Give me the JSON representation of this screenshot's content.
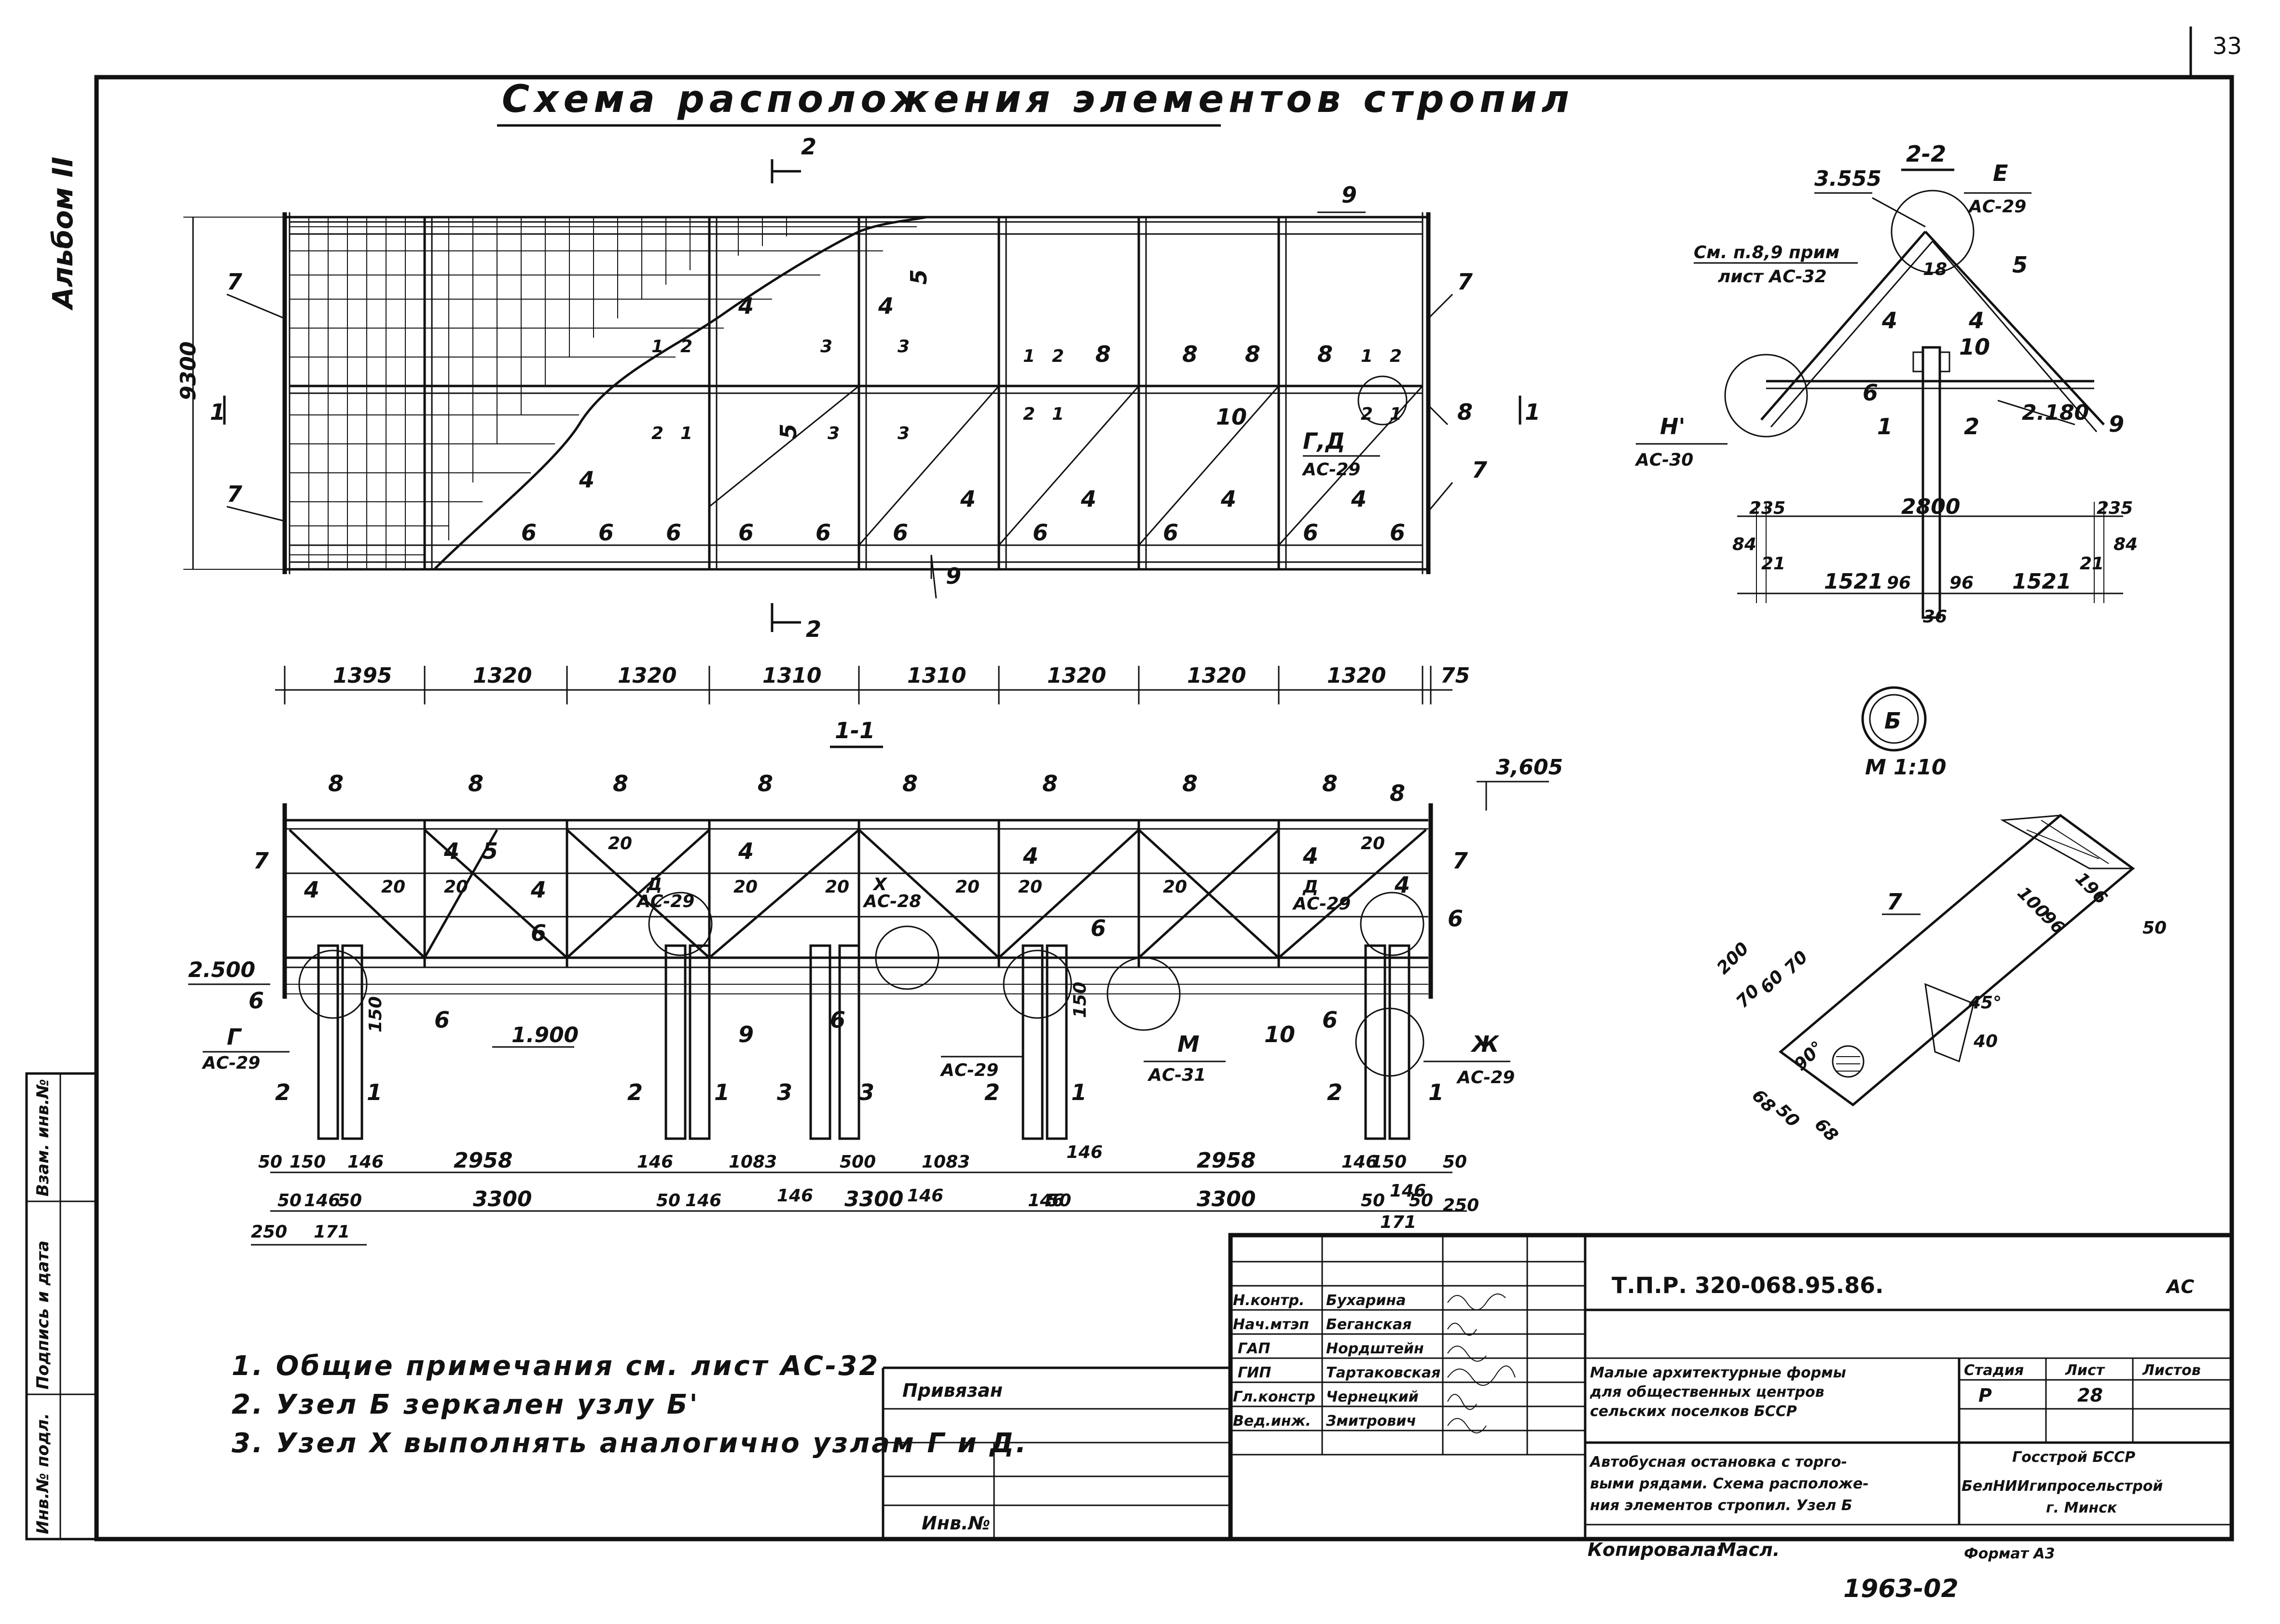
{
  "page_number": "33",
  "album": "Альбом II",
  "title": "Схема расположения элементов стропил",
  "plan": {
    "overall_dim": "9300",
    "positions": [
      "1",
      "2",
      "3",
      "4",
      "5",
      "6",
      "7",
      "8",
      "9",
      "10"
    ],
    "node_gd": "Г,Д",
    "ref_ac29": "АС-29",
    "bottom_dims": [
      "1395",
      "1320",
      "1320",
      "1310",
      "1310",
      "1320",
      "1320",
      "1320",
      "75"
    ]
  },
  "section_11": {
    "label": "1-1",
    "elev_top": "3,605",
    "elev_2500": "2.500",
    "elev_1900": "1.900",
    "nodes": {
      "g": "Г",
      "d": "Д",
      "x": "Х",
      "m": "М",
      "zh": "Ж",
      "ac29": "АС-29",
      "ac28": "АС-28",
      "ac31": "АС-31"
    },
    "dim_150": "150",
    "dims_row1": [
      "50",
      "150",
      "146",
      "2958",
      "146",
      "1083",
      "500",
      "1083",
      "146",
      "2958",
      "146",
      "150",
      "50"
    ],
    "dims_row2": [
      "50",
      "146",
      "50",
      "3300",
      "50",
      "146",
      "146",
      "3300",
      "146",
      "146",
      "50",
      "3300",
      "50",
      "146",
      "50",
      "250"
    ],
    "dims_row3": [
      "250",
      "171",
      "171"
    ]
  },
  "section_22": {
    "label": "2-2",
    "elev_top": "3.555",
    "elev_2180": "2.180",
    "note_line1": "См. п.8,9 прим",
    "note_line2": "лист АС-32",
    "node_e": "Е",
    "node_e_ref": "АС-29",
    "node_n": "Н'",
    "node_n_ref": "АС-30",
    "dims": [
      "235",
      "2800",
      "235",
      "84",
      "21",
      "1521",
      "96",
      "96",
      "1521",
      "21",
      "84",
      "36"
    ],
    "pos_18": "18"
  },
  "detail_b": {
    "label": "Б",
    "scale": "М 1:10",
    "pos": "7",
    "dims": [
      "200",
      "70",
      "60",
      "70",
      "100",
      "96",
      "196",
      "50",
      "45°",
      "40",
      "90°",
      "68",
      "50",
      "68"
    ]
  },
  "notes": [
    "1. Общие примечания см. лист АС-32",
    "2. Узел Б зеркален узлу Б'",
    "3. Узел Х выполнять аналогично узлам Г и Д."
  ],
  "side_stamp": [
    "Инв.№ подл.",
    "Подпись и дата",
    "Взам. инв.№"
  ],
  "title_block": {
    "code": "Т.П.Р. 320-068.95.86.",
    "section": "АС",
    "privyazan": "Привязан",
    "inv_no": "Инв.№",
    "roles": [
      "Н.контр.",
      "Нач.мтэп",
      "ГАП",
      "ГИП",
      "Гл.констр",
      "Вед.инж."
    ],
    "names": [
      "Бухарина",
      "Беганская",
      "Нордштейн",
      "Тартаковская",
      "Чернецкий",
      "Змитрович"
    ],
    "project_line1": "Малые архитектурные формы",
    "project_line2": "для общественных центров",
    "project_line3": "сельских поселков БССР",
    "stage_h": "Стадия",
    "sheet_h": "Лист",
    "sheets_h": "Листов",
    "stage": "Р",
    "sheet": "28",
    "desc_line1": "Автобусная остановка с торго-",
    "desc_line2": "выми рядами. Схема расположе-",
    "desc_line3": "ния элементов стропил. Узел Б",
    "org_line1": "Госстрой БССР",
    "org_line2": "БелНИИгипросельстрой",
    "org_line3": "г. Минск",
    "copied": "Копировала:",
    "copier": "Масл.",
    "format": "Формат А3",
    "archive_no": "1963-02"
  }
}
